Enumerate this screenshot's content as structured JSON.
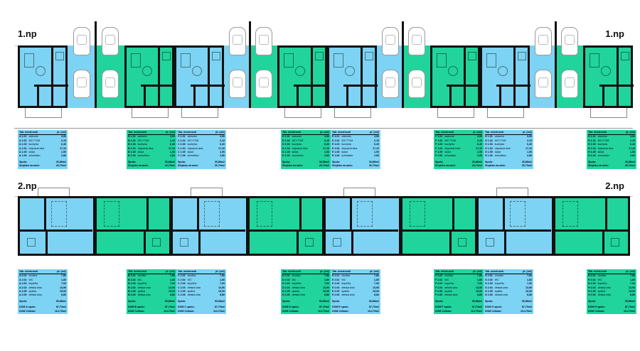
{
  "floors": [
    {
      "label": "1.np",
      "rooms": [
        {
          "num": "1.01",
          "name": "zádverie",
          "area": "3,50"
        },
        {
          "num": "1.02",
          "name": "WC+TVM",
          "area": "2,15"
        },
        {
          "num": "1.03",
          "name": "kuchyňa",
          "area": "6,40"
        },
        {
          "num": "1.04",
          "name": "obývacia izba",
          "area": "17,10"
        },
        {
          "num": "1.05",
          "name": "sklad",
          "area": "1,90"
        },
        {
          "num": "1.06",
          "name": "schodisko",
          "area": "2,80"
        }
      ],
      "total_label": "Spolu:",
      "total": "33,88m2",
      "extra_label": "Stojisko na auto:",
      "extra": "26,70m2"
    },
    {
      "label": "2.np",
      "rooms": [
        {
          "num": "2.01",
          "name": "chodba",
          "area": "7,80"
        },
        {
          "num": "2.02",
          "name": "WC",
          "area": "1,80"
        },
        {
          "num": "2.03",
          "name": "kúpeľňa",
          "area": "7,60"
        },
        {
          "num": "2.04",
          "name": "detská izba",
          "area": "13,90"
        },
        {
          "num": "2.05",
          "name": "spálňa",
          "area": "15,00"
        },
        {
          "num": "2.06",
          "name": "detská izba",
          "area": "8,80"
        }
      ],
      "total_label": "Spolu:",
      "total": "53,88m2",
      "dom_label": "DOM",
      "dom_total_suffix": "spolu:",
      "dom_total": "87,70m2",
      "dom_all_label": "DOM Celkom:",
      "dom_all": "114,70m2"
    }
  ],
  "table_header": {
    "left": "Tab. miestností",
    "right": "pl. (m2)"
  },
  "units": [
    {
      "letter": "A",
      "color": "#7dd3f3"
    },
    {
      "letter": "B",
      "color": "#20d49b"
    },
    {
      "letter": "C",
      "color": "#7dd3f3"
    },
    {
      "letter": "D",
      "color": "#20d49b"
    },
    {
      "letter": "E",
      "color": "#7dd3f3"
    },
    {
      "letter": "F",
      "color": "#20d49b"
    },
    {
      "letter": "G",
      "color": "#7dd3f3"
    },
    {
      "letter": "H",
      "color": "#20d49b"
    }
  ]
}
